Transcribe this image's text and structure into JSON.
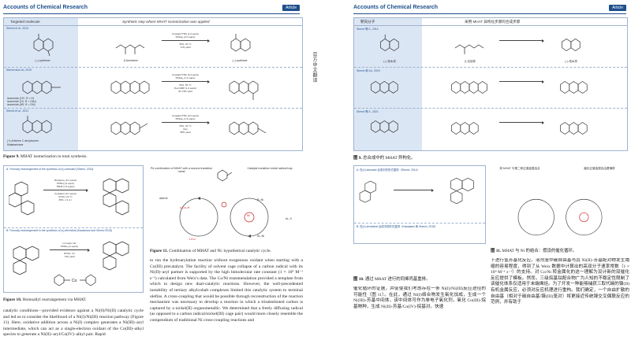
{
  "left_page": {
    "journal": "Accounts of Chemical Research",
    "badge": "Article",
    "fig9": {
      "col_target": "Targeted molecule",
      "col_step": "Synthetic step where MHAT isomerization was applied",
      "rows": [
        {
          "ref": "Shenvi et al., 2014",
          "target": "(–)-cyathane",
          "start": "β-farnesene",
          "product": "(–)-cyathane",
          "conditions": [
            "Co(salen*)*Bu (1.0 equiv)",
            "PhSiH₃ (2.0 equiv)",
            "PhH, 22 °C",
            "71% yield"
          ]
        },
        {
          "ref": "Shenvi and Lin, 2019",
          "target_labels": [
            "isomeride (1S*, R = H)",
            "isomeride (1S, R = OAc)",
            "isomeride (6R, R = OH)"
          ],
          "conditions": [
            "Co(salen*)*Bu (0.2 equiv)",
            "PhSiH₃ (1.2 equiv)",
            "PhH, 50 °C",
            "then DMP (1.2 equiv)",
            "61-73% yield"
          ]
        },
        {
          "ref": "Shenvi et al., 2021",
          "target": "(+)-Arbinine C atropisomer",
          "target_sub": "Malabaricane",
          "conditions": [
            "Co(salen*)*Bu (0.2 equiv)",
            "PhSiH₃ (1.5 equiv)",
            "PhH, 22 °C",
            "then",
            "58% yield"
          ]
        }
      ],
      "caption_label": "Figure 9.",
      "caption_text": "MHAT isomerization in total synthesis."
    },
    "fig10": {
      "sub_a": "A. Formally rearrangement of the synthesis of (±)-seimatol (Shenvi, 2014)",
      "sub_b": "B. Formally rearrangement in the synthesis of (±)-terrestrial (Kawakami and Shenvi 2018)",
      "cond_a": [
        "Mn(dpm)₃ (0.1 equiv)",
        "PhSiH₃ (2 equiv)",
        "TBHP (1.5 equiv)",
        "Co(salen) (0.1 equiv)",
        "iPrOH, 22 °C",
        "65%, 1:1 d.r."
      ],
      "cond_b": [
        "1.0 equiv cat.",
        "PhSiH₃ (2 equiv)",
        "iPrOH, 4 h",
        "74% yield"
      ],
      "caption_label": "Figure 10.",
      "caption_text": "Homoallyl rearrangement via MHAT."
    },
    "fig11": {
      "title_left": "Pd combination of MHAT with a second transition metal",
      "title_right": "Catalyst transition metal radical trap",
      "labels": [
        "alkene",
        "L/Co–H",
        "L/Co",
        "R–Ni",
        "Ar–Ni",
        "Ni",
        "Ar–X"
      ],
      "caption_label": "Figure 11.",
      "caption_text": "Combination of MHAT and Ni: hypothetical catalytic cycle."
    },
    "body_left": "catalytic conditions—provided evidence against a Ni(0)/Ni(II) catalytic cycle and led us to consider the likelihood of a Ni(I)/Ni(III) reaction pathway (Figure 11). Here, oxidative addition across a Ni(I) complex generates a Ni(III)–aryl intermediate, which can act as a single-electron oxidant of the Co(III)–alkyl species to generate a Ni(II)–aryl/Co(IV)–alkyl pair. Rapid",
    "body_right": "to run the hydroarylation reaction without exogenous oxidant when starting with a Co(III) precatalyst. The facility of solvent cage collapse of a carbon radical with its Ni(II)–aryl partner is supported by the high bimolecular rate constant (1 × 10⁹ M⁻¹ s⁻¹) calculated from Weix's data. The Co/Ni transmetalation provided a template from which to design new dual-catalytic reactions. However, the well-precedented instability of tertiary alkylcobalt complexes limited this catalytic system to terminal olefins. A cross-coupling that would be possible through reconstruction of the reaction mechanism was necessary to develop a reaction in which a trisubstituted carbon is captured by a nickel(II) organometallic. We determined that a freely diffusing radical (as opposed to a carbon radical/nickel(III) cage pair) would more closely resemble the compendium of traditional Ni cross-coupling reactions and"
  },
  "gutter_text": "官方中文翻译",
  "right_page": {
    "journal": "Accounts of Chemical Research",
    "badge": "Article",
    "fig9": {
      "col_target": "靶向分子",
      "col_step": "采用 MHAT 异构化步骤的合成步骤",
      "rows": [
        {
          "ref": "Shenvi 等人, 2014",
          "target": "(–)-柏木烷",
          "start": "β-法尼烯",
          "product": "(–)-柏木烷"
        },
        {
          "ref": "Shenvi 和 Lin, 2019"
        },
        {
          "ref": "Shenvi 等人, 2021"
        }
      ],
      "caption_label": "图 9.",
      "caption_text": "总合成中的 MHAT 异构化。"
    },
    "fig10": {
      "sub_a": "A. 在(±)-seimatol 合成中的形式重排（Shenvi, 2014）",
      "sub_b": "B. 在(±)-terrestrial 合成中的形式重排（Kawakami 和 Shenvi, 2018）",
      "caption_label": "图 10.",
      "caption_text": "通过 MHAT 进行的同烯丙基重排。"
    },
    "fig11": {
      "title_left": "将 MHAT 与第二种过渡金属结合",
      "title_right": "催化过渡金属自由基捕获",
      "caption_label": "图 11.",
      "caption_text": "MHAT 与 Ni 的结合：假设的催化循环。"
    },
    "body_left": "催化循环的证据，并促使我们考虑存在一条 Ni(I)/Ni(III)反应途径的可能性（图 11）。在此，通过 Ni(I)络合物发生氧化加成，生成一个 Ni(III)-芳基中间体，该中间体可作为单电子氧化剂，氧化 Co(III)-烷基物种，生成 Ni(II)-芳基/Co(IV)-烷基对。快速",
    "body_right": "下进行氢芳基化反应。溶剂笼中碳自由基与其 Ni(II)-芳基配对物发生塌缩的容易程度，得到了从 Weix 数据中计算出的高双分子速率常数（1 × 10⁹ M⁻¹ s⁻¹）的支持。对 Co/Ni 转金属化的这一理解为设计新的双催化反应提供了模板。然而，三级烷基钴配合物广为人知的不稳定性限制了该催化体系仅适用于末端烯烃。为了开发一种能够捕获三取代碳的镍(II)有机金属反应，必须对反应机理进行重构。我们确定，一个自由扩散的自由基（相对于碳自由基/镍(III)笼对）将更接近传统镍交叉偶联反应的范例，并有助于"
  }
}
